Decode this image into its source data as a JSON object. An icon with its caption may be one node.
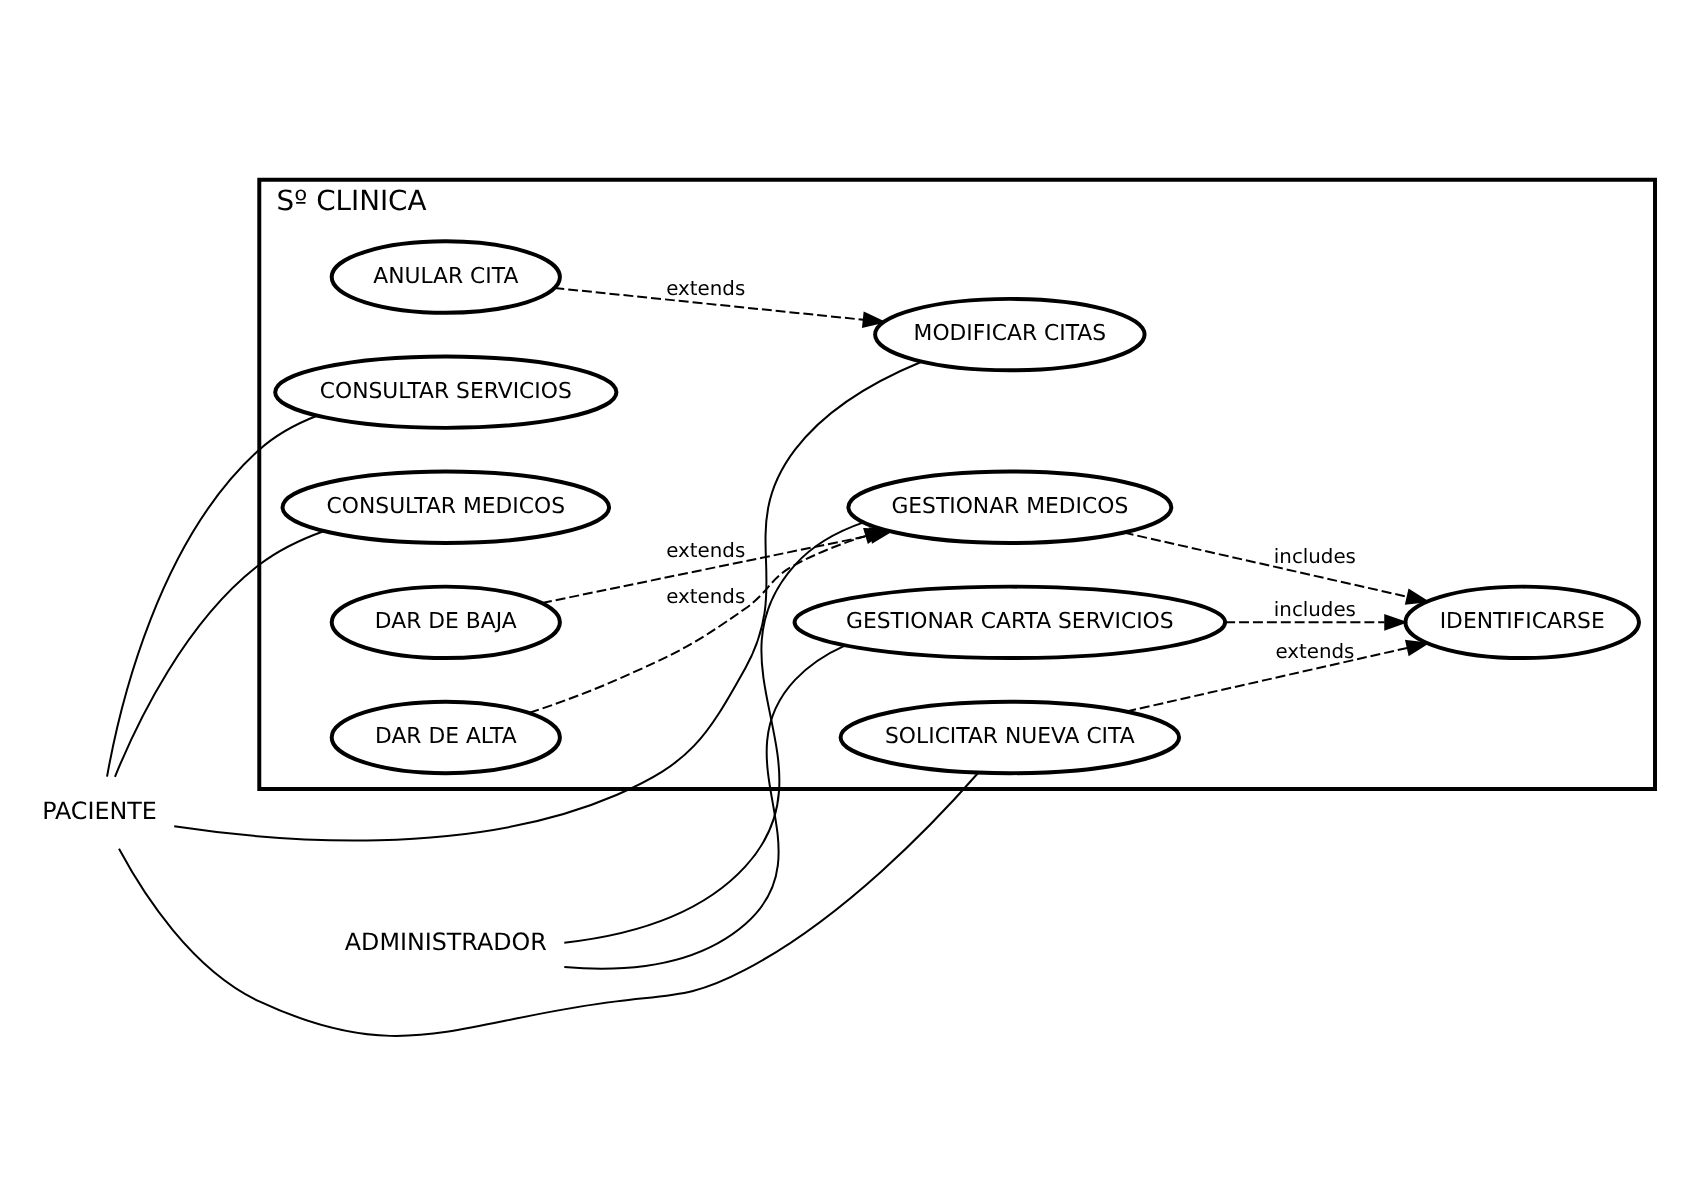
{
  "diagram": {
    "nodes": [
      {
        "text": [
          "Sº CLINICA"
        ]
      },
      {
        "text": [
          "IDENTIFICARSE"
        ],
        "in": 0
      },
      {
        "text": [
          "SOLICITAR NUEVA CITA"
        ],
        "in": 0
      },
      {
        "text": [
          "ANULAR CITA"
        ],
        "in": 0
      },
      {
        "text": [
          "MODIFICAR CITAS"
        ],
        "in": 0
      },
      {
        "text": [
          "CONSULTAR SERVICIOS"
        ],
        "in": 0
      },
      {
        "text": [
          "CONSULTAR MEDICOS"
        ],
        "in": 0
      },
      {
        "text": [
          "DAR DE ALTA"
        ],
        "in": 0
      },
      {
        "text": [
          "DAR DE BAJA"
        ],
        "in": 0
      },
      {
        "text": [
          "GESTIONAR MEDICOS"
        ],
        "in": 0
      },
      {
        "text": [
          "GESTIONAR CARTA SERVICIOS"
        ],
        "in": 0
      },
      {
        "text": [
          "PACIENTE"
        ]
      },
      {
        "text": [
          "ADMINISTRADOR"
        ]
      }
    ],
    "edges": [
      {
        "from": 11,
        "to": 2,
        "arrow": "none"
      },
      {
        "from": 11,
        "to": 4,
        "arrow": "none"
      },
      {
        "from": 11,
        "to": 5,
        "arrow": "none"
      },
      {
        "from": 11,
        "to": 6,
        "arrow": "none"
      },
      {
        "from": 2,
        "to": 1,
        "arrow": "to",
        "style": "dashed",
        "label": "extends"
      },
      {
        "from": 3,
        "to": 4,
        "arrow": "to",
        "style": "dashed",
        "label": "extends"
      },
      {
        "from": 9,
        "to": 1,
        "arrow": "to",
        "style": "dashed",
        "label": "includes"
      },
      {
        "from": 10,
        "to": 1,
        "arrow": "to",
        "style": "dashed",
        "label": "includes"
      },
      {
        "from": 7,
        "to": 9,
        "arrow": "to",
        "style": "dashed",
        "label": "extends"
      },
      {
        "from": 8,
        "to": 9,
        "arrow": "to",
        "style": "dashed",
        "label": "extends"
      },
      {
        "from": 12,
        "to": 9,
        "arrow": "none"
      },
      {
        "from": 12,
        "to": 10,
        "arrow": "none"
      }
    ]
  }
}
